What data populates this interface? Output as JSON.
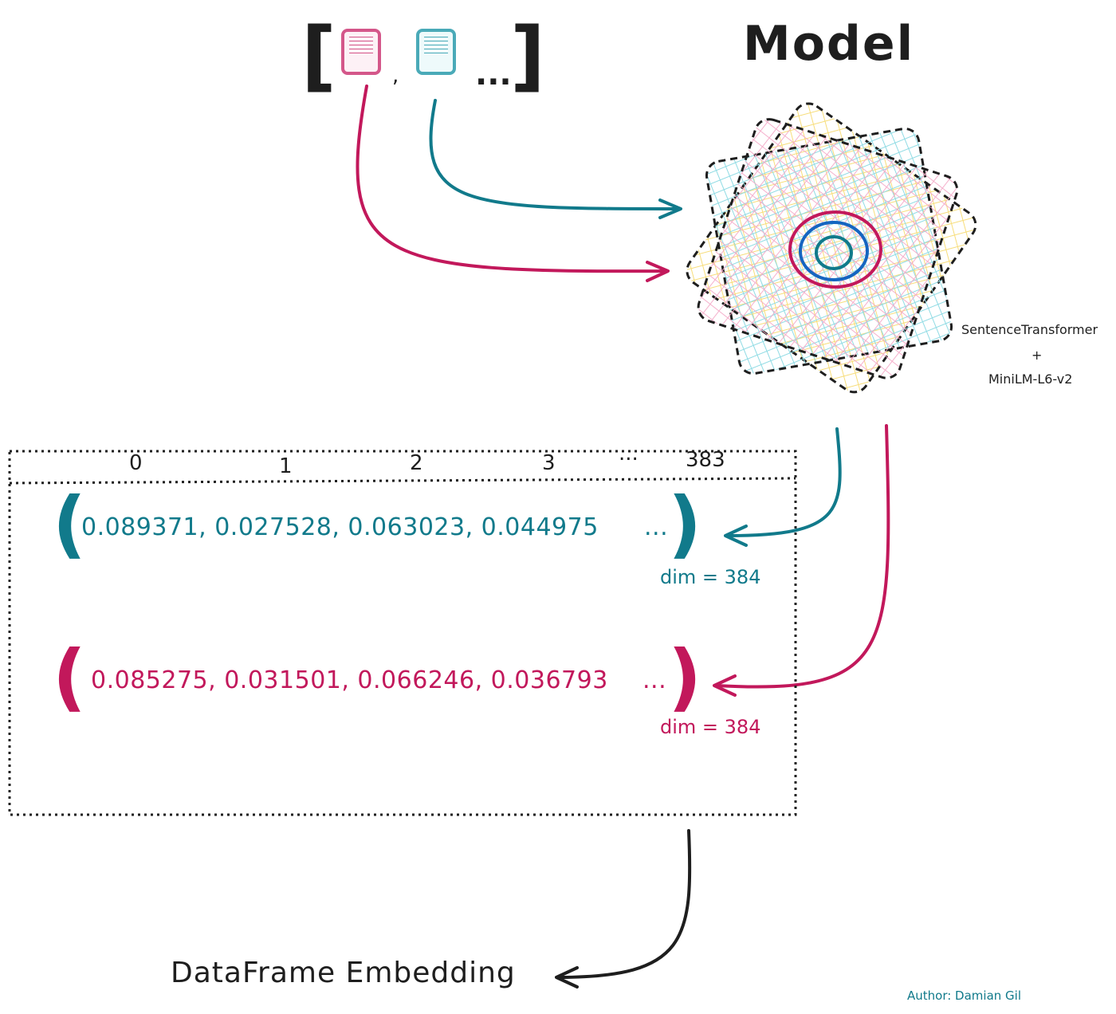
{
  "title": "Model",
  "input_list": {
    "open": "[",
    "separator": ",",
    "ellipsis": "...",
    "close": "]"
  },
  "model_label": {
    "line1": "SentenceTransformer",
    "plus": "+",
    "line2": "MiniLM-L6-v2"
  },
  "table": {
    "columns": [
      "0",
      "1",
      "2",
      "3",
      "...",
      "383"
    ],
    "rows": [
      {
        "values": "0.089371, 0.027528, 0.063023, 0.044975",
        "ellipsis": "...",
        "dim": "dim = 384",
        "color": "#117a8b"
      },
      {
        "values": "0.085275, 0.031501, 0.066246, 0.036793",
        "ellipsis": "...",
        "dim": "dim = 384",
        "color": "#c2185b"
      }
    ]
  },
  "output_label": "DataFrame Embedding",
  "author": "Author: Damian Gil",
  "colors": {
    "teal": "#117a8b",
    "crimson": "#c2185b",
    "ink": "#1e1e1e",
    "pink": "#f7b6d2",
    "cyan": "#a7e3ea",
    "yellow": "#fce9a6",
    "blue": "#1565c0"
  }
}
